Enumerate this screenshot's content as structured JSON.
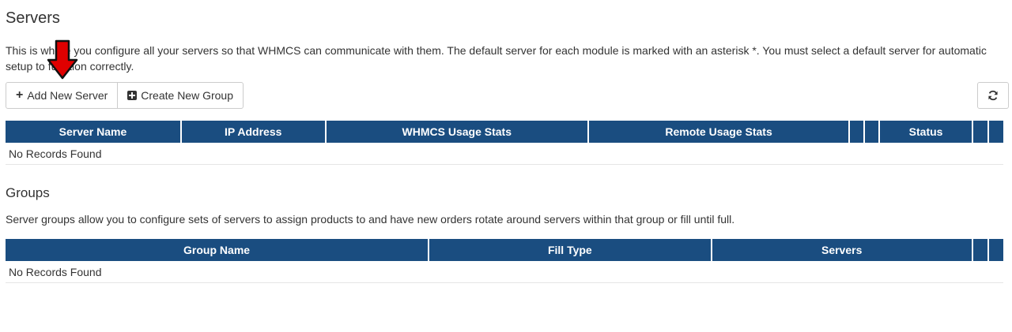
{
  "servers": {
    "title": "Servers",
    "description": "This is where you configure all your servers so that WHMCS can communicate with them. The default server for each module is marked with an asterisk *. You must select a default server for automatic setup to function correctly.",
    "add_button_label": "Add New Server",
    "create_group_label": "Create New Group",
    "columns": [
      "Server Name",
      "IP Address",
      "WHMCS Usage Stats",
      "Remote Usage Stats",
      "",
      "",
      "Status",
      "",
      ""
    ],
    "empty_text": "No Records Found"
  },
  "groups": {
    "title": "Groups",
    "description": "Server groups allow you to configure sets of servers to assign products to and have new orders rotate around servers within that group or fill until full.",
    "columns": [
      "Group Name",
      "Fill Type",
      "Servers",
      "",
      ""
    ],
    "empty_text": "No Records Found"
  },
  "icons": {
    "add": "plus-icon",
    "create_group": "plus-square-icon",
    "refresh": "refresh-icon",
    "annotation": "red-down-arrow"
  },
  "colors": {
    "header_bg": "#1a4d80",
    "arrow": "#e00000"
  }
}
